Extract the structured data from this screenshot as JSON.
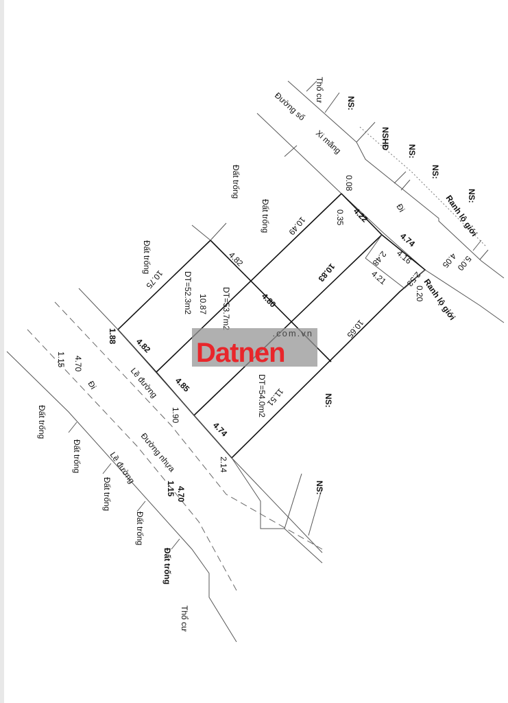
{
  "labels": {
    "tho_cu_top": "Thổ cư",
    "duong_so": "Đường số",
    "xi_mang": "Xi măng",
    "ns1": "NS:",
    "ns_hd": "NSHĐ",
    "ns2": "NS:",
    "ns3": "NS:",
    "ns4": "NS:",
    "ranh_top": "Ranh lộ giới",
    "ranh_bottom": "Ranh lộ giới",
    "dat_trong_1": "Đất trống",
    "dat_trong_2": "Đất trống",
    "dat_trong_3": "Đất trống",
    "di_top": "Đi",
    "d_008": "0.08",
    "d_035": "0.35",
    "d_422": "4.22",
    "d_1049": "10.49",
    "d_474a": "4.74",
    "d_416": "4.16",
    "d_248": "2.48",
    "d_421": "4.21",
    "d_253": "2.53",
    "d_405": "4.05",
    "d_500": "5.00",
    "d_020": "0.20",
    "d_1083": "10.83",
    "d_1075": "10.75",
    "d_482a": "4.82",
    "d_480": "4.80",
    "dt1": "DT=52.3m2",
    "d_1087": "10.87",
    "dt2": "DT=53.7m2",
    "d_1065": "10.65",
    "dt3": "DT=54.0m2",
    "d_1151": "11.51",
    "ns5": "NS:",
    "d_482b": "4.82",
    "d_188": "1.88",
    "le_duong_1": "Lề đường",
    "d_485": "4.85",
    "d_190": "1.90",
    "d_474b": "4.74",
    "duong_nhua": "Đường nhựa",
    "d_214": "2.14",
    "d_115a": "1.15",
    "d_470a": "4.70",
    "di_bottom": "Đi",
    "dat_trong_4": "Đất trống",
    "dat_trong_5": "Đất trống",
    "le_duong_2": "Lề đường",
    "dat_trong_6": "Đất trống",
    "d_115b": "1.15",
    "d_470b": "4.70",
    "dat_trong_7": "Đất trống",
    "dat_trong_8": "Đất trống",
    "tho_cu_bottom": "Thổ cư",
    "ns6": "NS:"
  },
  "watermark": {
    "brand": "Datnen",
    "domain": ".com.vn",
    "color": "#e8262b"
  }
}
